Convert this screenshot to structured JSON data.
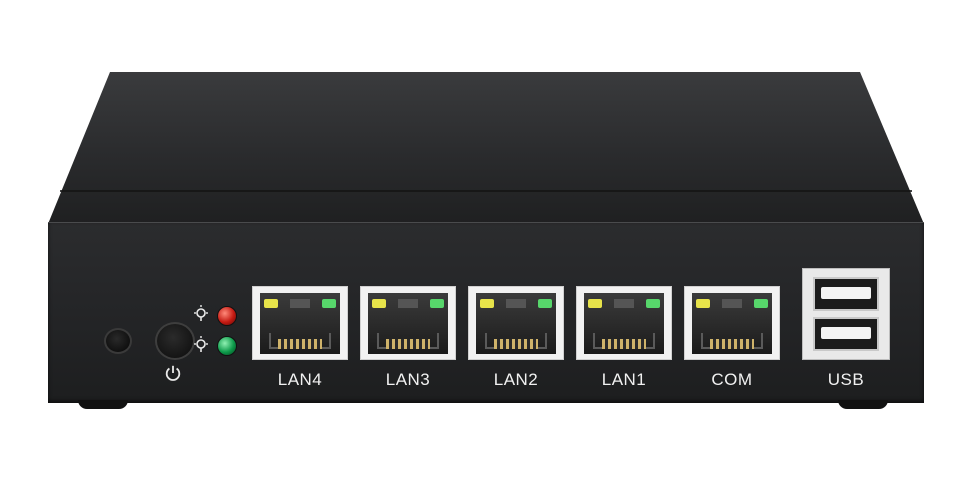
{
  "device": {
    "ports": [
      {
        "label": "LAN4"
      },
      {
        "label": "LAN3"
      },
      {
        "label": "LAN2"
      },
      {
        "label": "LAN1"
      },
      {
        "label": "COM"
      }
    ],
    "usb_label": "USB",
    "status_leds": [
      {
        "color": "#c41a12"
      },
      {
        "color": "#0d9a4a"
      }
    ],
    "colors": {
      "chassis": "#242527",
      "port_housing": "#f2f2f2",
      "port_led_yellow": "#e7e34a",
      "port_led_green": "#57d66b",
      "label_text": "#f1f1f1"
    },
    "icons": [
      "power-icon",
      "status-light-icon"
    ]
  }
}
